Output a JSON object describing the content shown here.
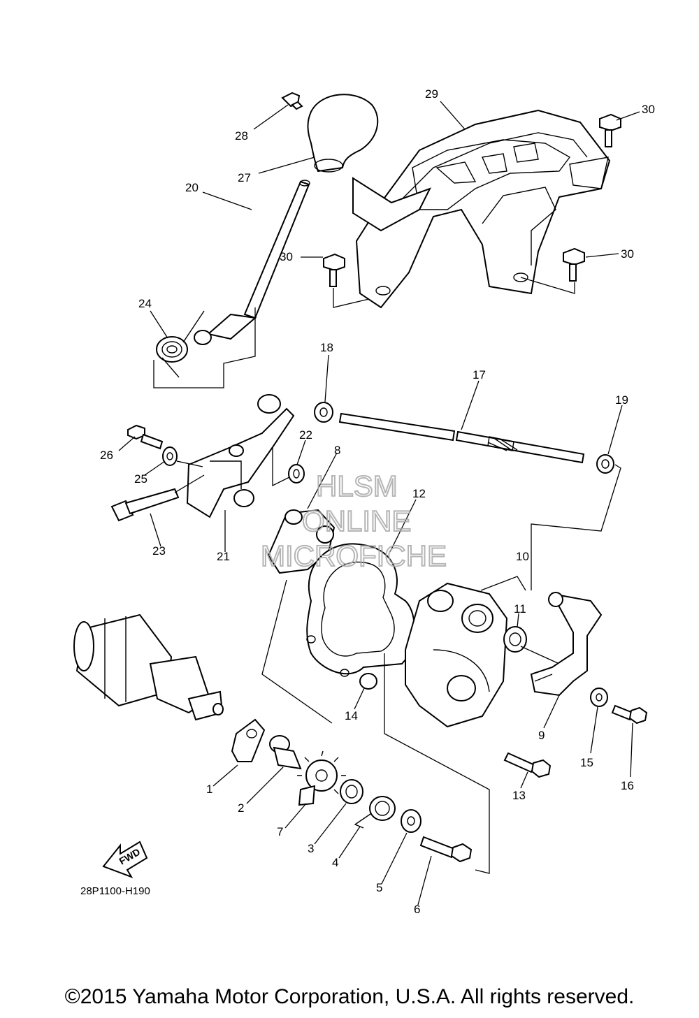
{
  "diagram": {
    "drawing_code": "28P1100-H190",
    "copyright": "©2015 Yamaha Motor Corporation, U.S.A. All rights reserved.",
    "watermark": [
      "HLSM",
      "ONLINE",
      "MICROFICHE"
    ],
    "fwd_label": "FWD",
    "callouts": [
      {
        "id": "c1",
        "label": "1"
      },
      {
        "id": "c2",
        "label": "2"
      },
      {
        "id": "c3",
        "label": "3"
      },
      {
        "id": "c4",
        "label": "4"
      },
      {
        "id": "c5",
        "label": "5"
      },
      {
        "id": "c6",
        "label": "6"
      },
      {
        "id": "c7",
        "label": "7"
      },
      {
        "id": "c8",
        "label": "8"
      },
      {
        "id": "c9",
        "label": "9"
      },
      {
        "id": "c10",
        "label": "10"
      },
      {
        "id": "c11",
        "label": "11"
      },
      {
        "id": "c12",
        "label": "12"
      },
      {
        "id": "c13",
        "label": "13"
      },
      {
        "id": "c14",
        "label": "14"
      },
      {
        "id": "c15",
        "label": "15"
      },
      {
        "id": "c16",
        "label": "16"
      },
      {
        "id": "c17",
        "label": "17"
      },
      {
        "id": "c18",
        "label": "18"
      },
      {
        "id": "c19",
        "label": "19"
      },
      {
        "id": "c20",
        "label": "20"
      },
      {
        "id": "c21",
        "label": "21"
      },
      {
        "id": "c22",
        "label": "22"
      },
      {
        "id": "c23",
        "label": "23"
      },
      {
        "id": "c24",
        "label": "24"
      },
      {
        "id": "c25",
        "label": "25"
      },
      {
        "id": "c26",
        "label": "26"
      },
      {
        "id": "c27",
        "label": "27"
      },
      {
        "id": "c28",
        "label": "28"
      },
      {
        "id": "c29",
        "label": "29"
      },
      {
        "id": "c30a",
        "label": "30"
      },
      {
        "id": "c30b",
        "label": "30"
      },
      {
        "id": "c30c",
        "label": "30"
      }
    ]
  }
}
